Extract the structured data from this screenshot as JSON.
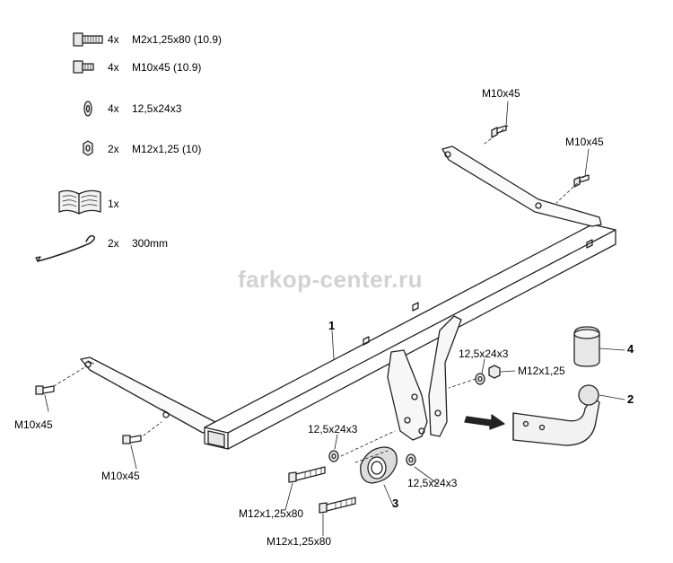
{
  "parts_list": [
    {
      "qty": "4x",
      "spec": "M2x1,25x80 (10.9)",
      "icon": "long-bolt-icon"
    },
    {
      "qty": "4x",
      "spec": "M10x45 (10.9)",
      "icon": "bolt-icon"
    },
    {
      "qty": "4x",
      "spec": "12,5x24x3",
      "icon": "washer-icon"
    },
    {
      "qty": "2x",
      "spec": "M12x1,25 (10)",
      "icon": "nut-icon"
    },
    {
      "qty": "1x",
      "spec": "",
      "icon": "manual-book-icon"
    },
    {
      "qty": "2x",
      "spec": "300mm",
      "icon": "cable-tie-icon"
    }
  ],
  "watermark": "farkop-center.ru",
  "callouts": {
    "bolt_top_1": "M10x45",
    "bolt_top_2": "M10x45",
    "bolt_left_1": "M10x45",
    "bolt_left_2": "M10x45",
    "washer_upper": "12,5x24x3",
    "nut_right": "M12x1,25",
    "washer_left": "12,5x24x3",
    "washer_right": "12,5x24x3",
    "bolt_long_1": "M12x1,25x80",
    "bolt_long_2": "M12x1,25x80"
  },
  "part_numbers": {
    "crossbar": "1",
    "ball": "2",
    "plate": "3",
    "cap": "4"
  }
}
